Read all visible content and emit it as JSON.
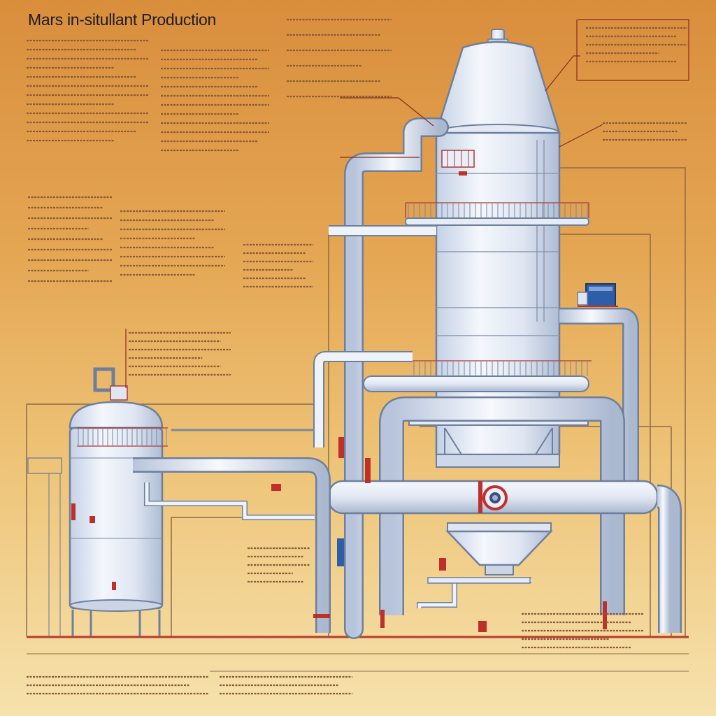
{
  "title": "Mars in-situllant Production",
  "colors": {
    "background_top": "#d98e3c",
    "background_bottom": "#f6e2ad",
    "vessel_fill": "#dde6f4",
    "vessel_stroke": "#6d7f9c",
    "pipe_fill": "#e9eef7",
    "railing_red": "#c0302a",
    "ground_line": "#b73a2d",
    "text_lines": "#8a5a3a",
    "leader_lines": "#8b2a23"
  },
  "components": {
    "main_tower": {
      "label": ""
    },
    "secondary_tank": {
      "label": ""
    },
    "hopper": {
      "label": ""
    },
    "horizontal_manifold": {
      "label": ""
    },
    "valve": {
      "label": ""
    }
  },
  "text_blocks": [
    {
      "id": "block-top-left-a",
      "lines": 12
    },
    {
      "id": "block-top-left-b",
      "lines": 12
    },
    {
      "id": "block-mid-left-a",
      "lines": 9
    },
    {
      "id": "block-mid-left-b",
      "lines": 8
    },
    {
      "id": "block-callout-top-right-a",
      "lines": 5
    },
    {
      "id": "block-callout-top-right-b",
      "lines": 3
    },
    {
      "id": "block-center-a",
      "lines": 6
    },
    {
      "id": "block-center-b",
      "lines": 6
    },
    {
      "id": "block-lower-left",
      "lines": 6
    },
    {
      "id": "block-lower-center",
      "lines": 5
    },
    {
      "id": "block-bottom-left",
      "lines": 3
    },
    {
      "id": "block-bottom-center",
      "lines": 3
    },
    {
      "id": "block-bottom-right",
      "lines": 5
    }
  ]
}
